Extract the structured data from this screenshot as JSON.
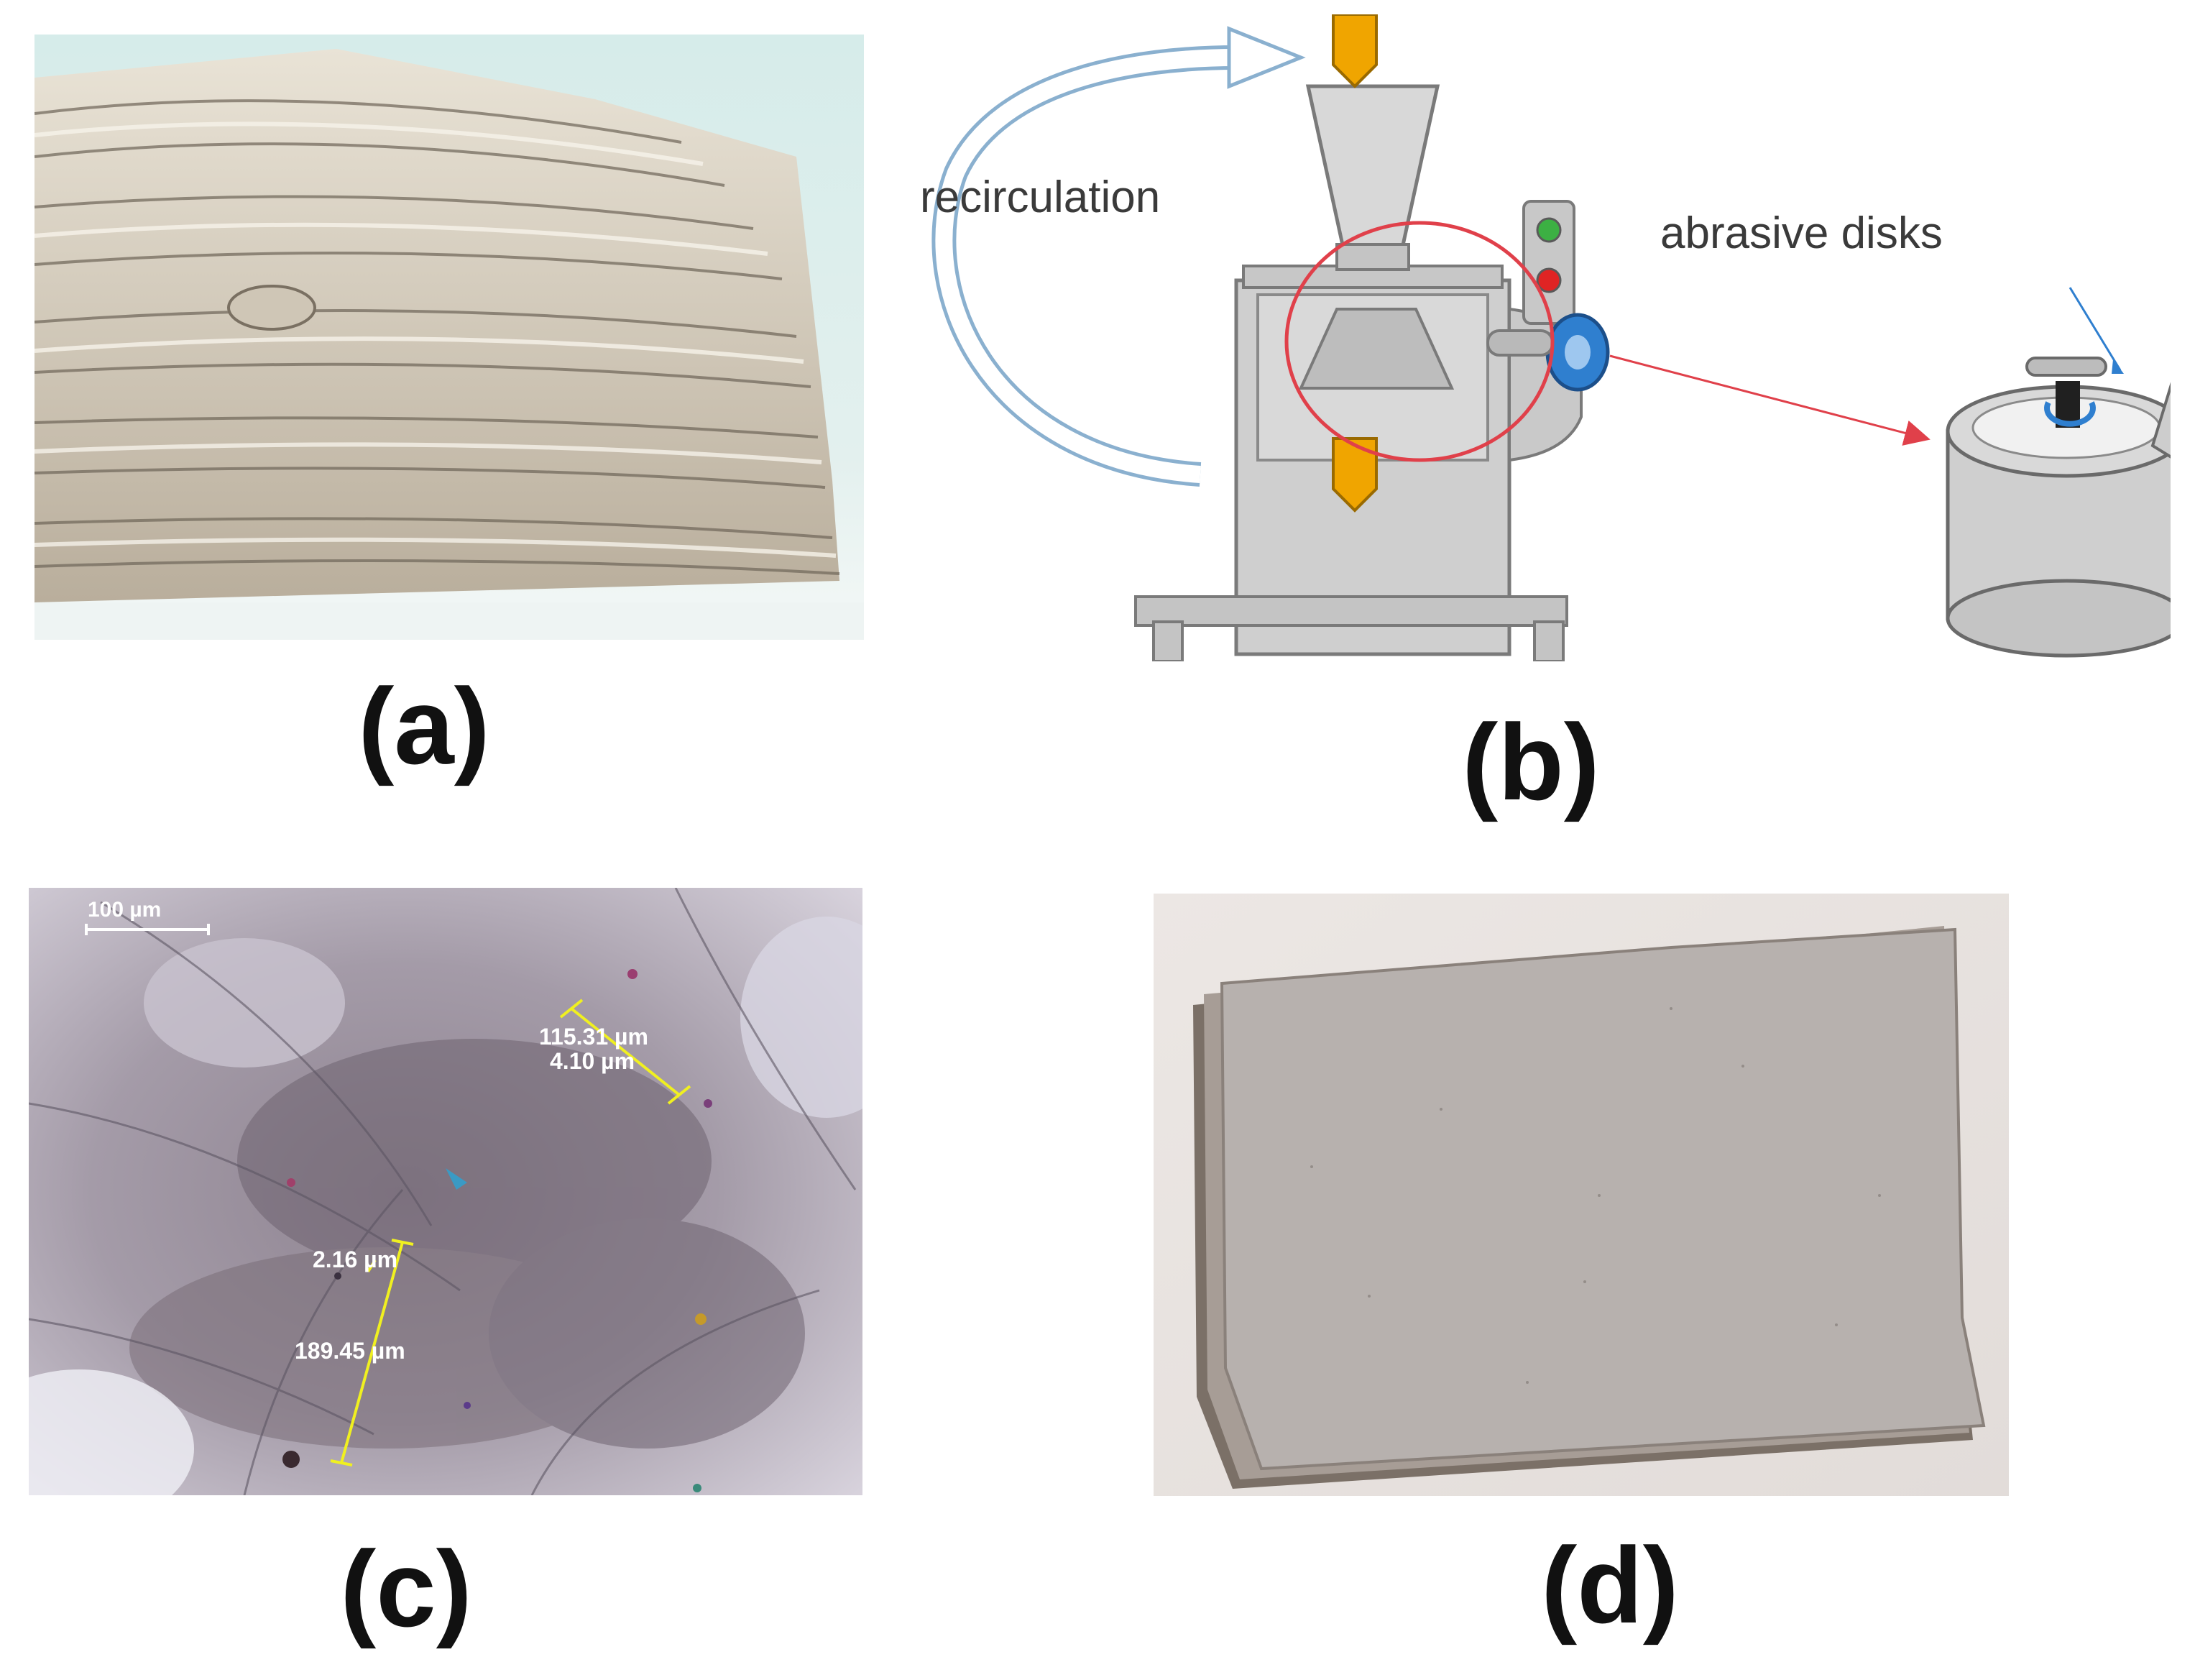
{
  "figure": {
    "panels": [
      {
        "id": "a",
        "caption": "(a)"
      },
      {
        "id": "b",
        "caption": "(b)",
        "labels": {
          "recirculation": "recirculation",
          "abrasive": "abrasive disks"
        }
      },
      {
        "id": "c",
        "caption": "(c)",
        "scale_bar": "100 µm",
        "measurements": [
          "115.31 µm",
          "4.10 µm",
          "2.16 µm",
          "189.45 µm"
        ]
      },
      {
        "id": "d",
        "caption": "(d)"
      }
    ]
  }
}
